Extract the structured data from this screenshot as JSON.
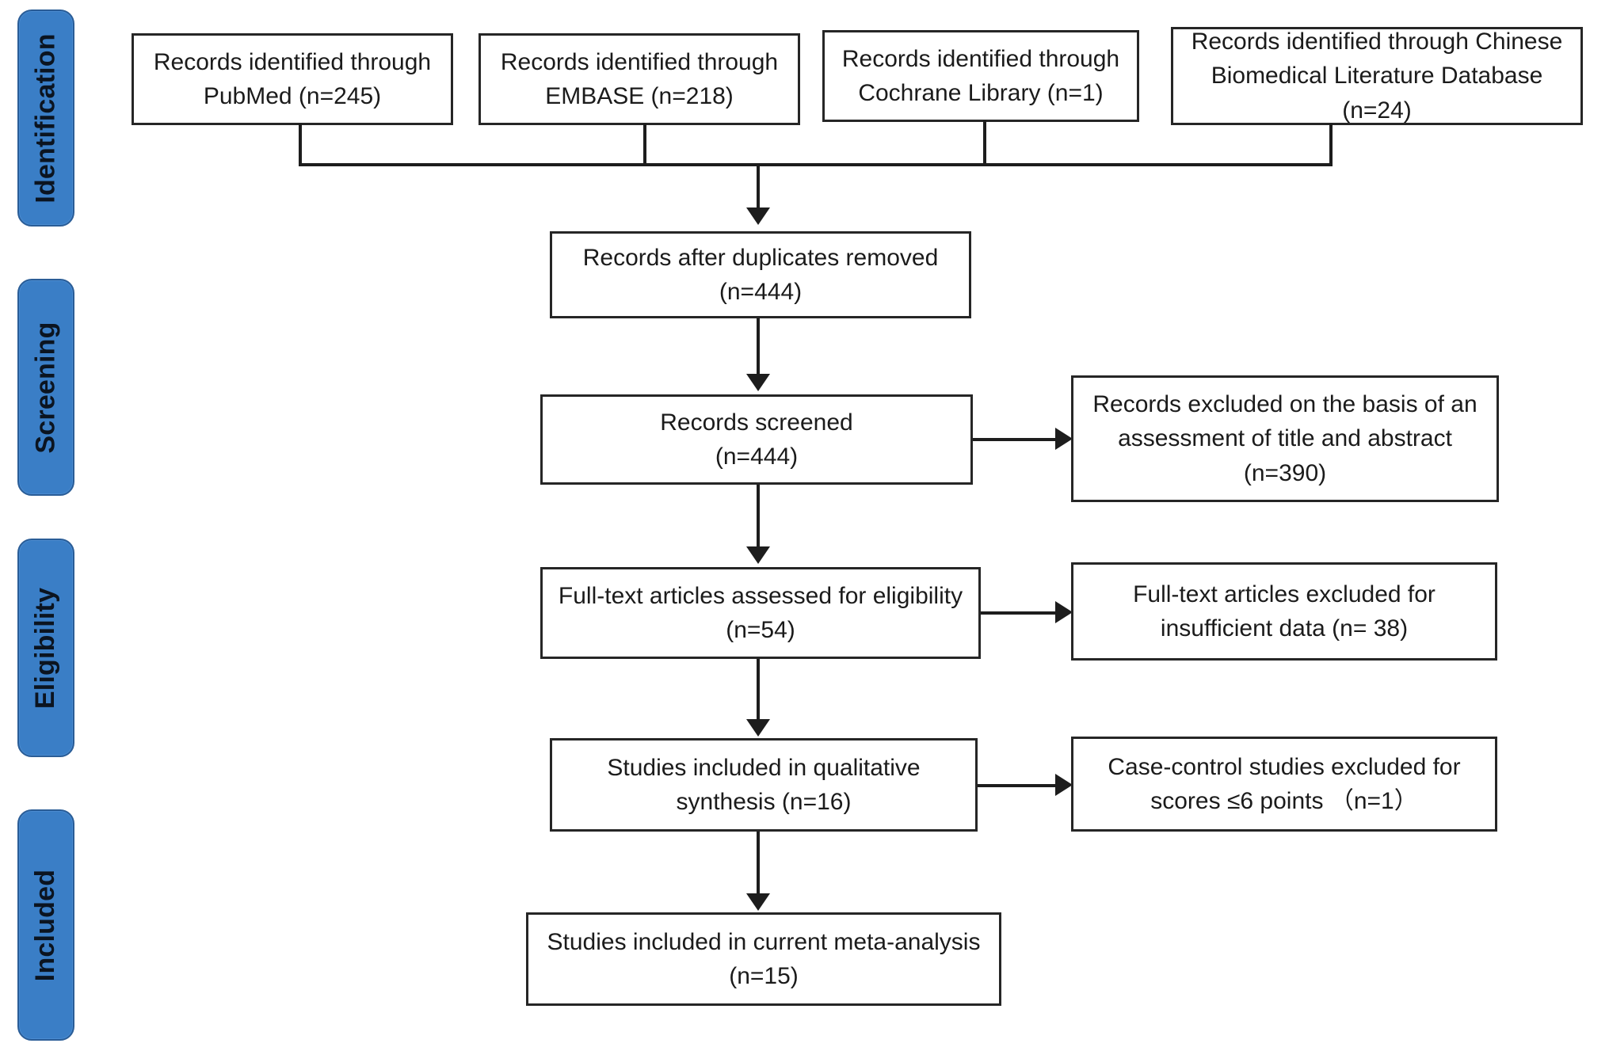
{
  "diagram": {
    "title": "PRISMA study selection flow diagram",
    "accent_color": "#3a7ec6",
    "accent_border_color": "#2a5d97",
    "line_color": "#1d1d1d",
    "box_border_color": "#262626",
    "box_fill_color": "#ffffff"
  },
  "stages": [
    {
      "id": "identification",
      "label": "Identification"
    },
    {
      "id": "screening",
      "label": "Screening"
    },
    {
      "id": "eligibility",
      "label": "Eligibility"
    },
    {
      "id": "included",
      "label": "Included"
    }
  ],
  "sources": [
    {
      "id": "pubmed",
      "text": "Records identified through\nPubMed (n=245)",
      "database": "PubMed",
      "count": 245
    },
    {
      "id": "embase",
      "text": "Records identified through\nEMBASE (n=218)",
      "database": "EMBASE",
      "count": 218
    },
    {
      "id": "cochrane",
      "text": "Records identified through\nCochrane Library (n=1)",
      "database": "Cochrane Library",
      "count": 1
    },
    {
      "id": "cbm",
      "text": "Records identified through Chinese\nBiomedical Literature Database (n=24)",
      "database": "Chinese Biomedical Literature Database",
      "count": 24
    }
  ],
  "main_steps": [
    {
      "id": "duplicates-removed",
      "text": "Records after duplicates removed\n(n=444)",
      "count": 444
    },
    {
      "id": "records-screened",
      "text": "Records screened\n(n=444)",
      "count": 444
    },
    {
      "id": "fulltext-assessed",
      "text": "Full-text articles assessed for eligibility\n(n=54)",
      "count": 54
    },
    {
      "id": "qualitative-synthesis",
      "text": "Studies included in qualitative\nsynthesis (n=16)",
      "count": 16
    },
    {
      "id": "meta-analysis",
      "text": "Studies included in current meta-analysis\n(n=15)",
      "count": 15
    }
  ],
  "exclusions": [
    {
      "id": "excluded-title-abstract",
      "text": "Records excluded on the basis of an\nassessment of title and abstract\n(n=390)",
      "count": 390
    },
    {
      "id": "excluded-insufficient-data",
      "text": "Full-text articles excluded for\ninsufficient data (n= 38)",
      "count": 38
    },
    {
      "id": "excluded-low-score",
      "text": "Case-control studies excluded for\nscores ≤6 points （n=1）",
      "count": 1
    }
  ]
}
